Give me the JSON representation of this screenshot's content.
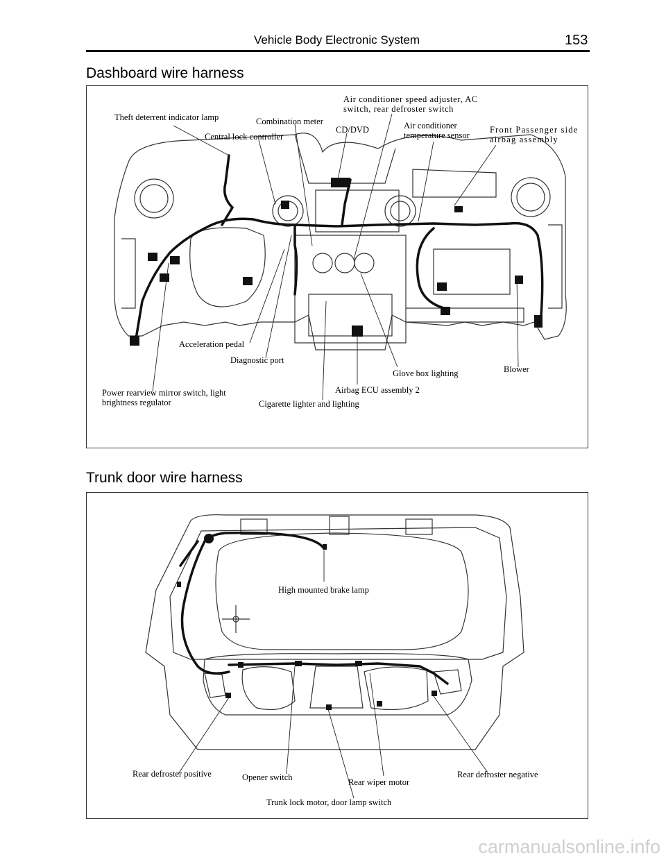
{
  "header": {
    "title": "Vehicle Body Electronic System",
    "page_number": "153"
  },
  "sections": [
    {
      "title": "Dashboard wire harness",
      "labels": [
        {
          "id": "theft-deterrent-indicator-lamp",
          "text": "Theft deterrent indicator lamp"
        },
        {
          "id": "combination-meter",
          "text": "Combination meter"
        },
        {
          "id": "ac-speed-adjuster",
          "text": "Air conditioner speed adjuster, AC\nswitch, rear defroster switch"
        },
        {
          "id": "central-lock-controller",
          "text": "Central lock controller"
        },
        {
          "id": "cd-dvd",
          "text": "CD/DVD"
        },
        {
          "id": "ac-temperature-sensor",
          "text": "Air conditioner\ntemperature sensor"
        },
        {
          "id": "front-passenger-airbag",
          "text": "Front Passenger side\nairbag assembly"
        },
        {
          "id": "acceleration-pedal",
          "text": "Acceleration pedal"
        },
        {
          "id": "diagnostic-port",
          "text": "Diagnostic port"
        },
        {
          "id": "glove-box-lighting",
          "text": "Glove box lighting"
        },
        {
          "id": "blower",
          "text": "Blower"
        },
        {
          "id": "airbag-ecu-assembly",
          "text": "Airbag ECU assembly 2"
        },
        {
          "id": "power-rearview-mirror-switch",
          "text": "Power rearview mirror switch, light\nbrightness regulator"
        },
        {
          "id": "cigarette-lighter",
          "text": "Cigarette lighter and lighting"
        }
      ]
    },
    {
      "title": "Trunk door wire harness",
      "labels": [
        {
          "id": "high-mounted-brake-lamp",
          "text": "High mounted brake lamp"
        },
        {
          "id": "rear-defroster-positive",
          "text": "Rear defroster positive"
        },
        {
          "id": "opener-switch",
          "text": "Opener switch"
        },
        {
          "id": "rear-wiper-motor",
          "text": "Rear wiper motor"
        },
        {
          "id": "rear-defroster-negative",
          "text": "Rear defroster negative"
        },
        {
          "id": "trunk-lock-motor",
          "text": "Trunk lock motor, door lamp switch"
        }
      ]
    }
  ],
  "watermark": "carmanualsonline.info"
}
